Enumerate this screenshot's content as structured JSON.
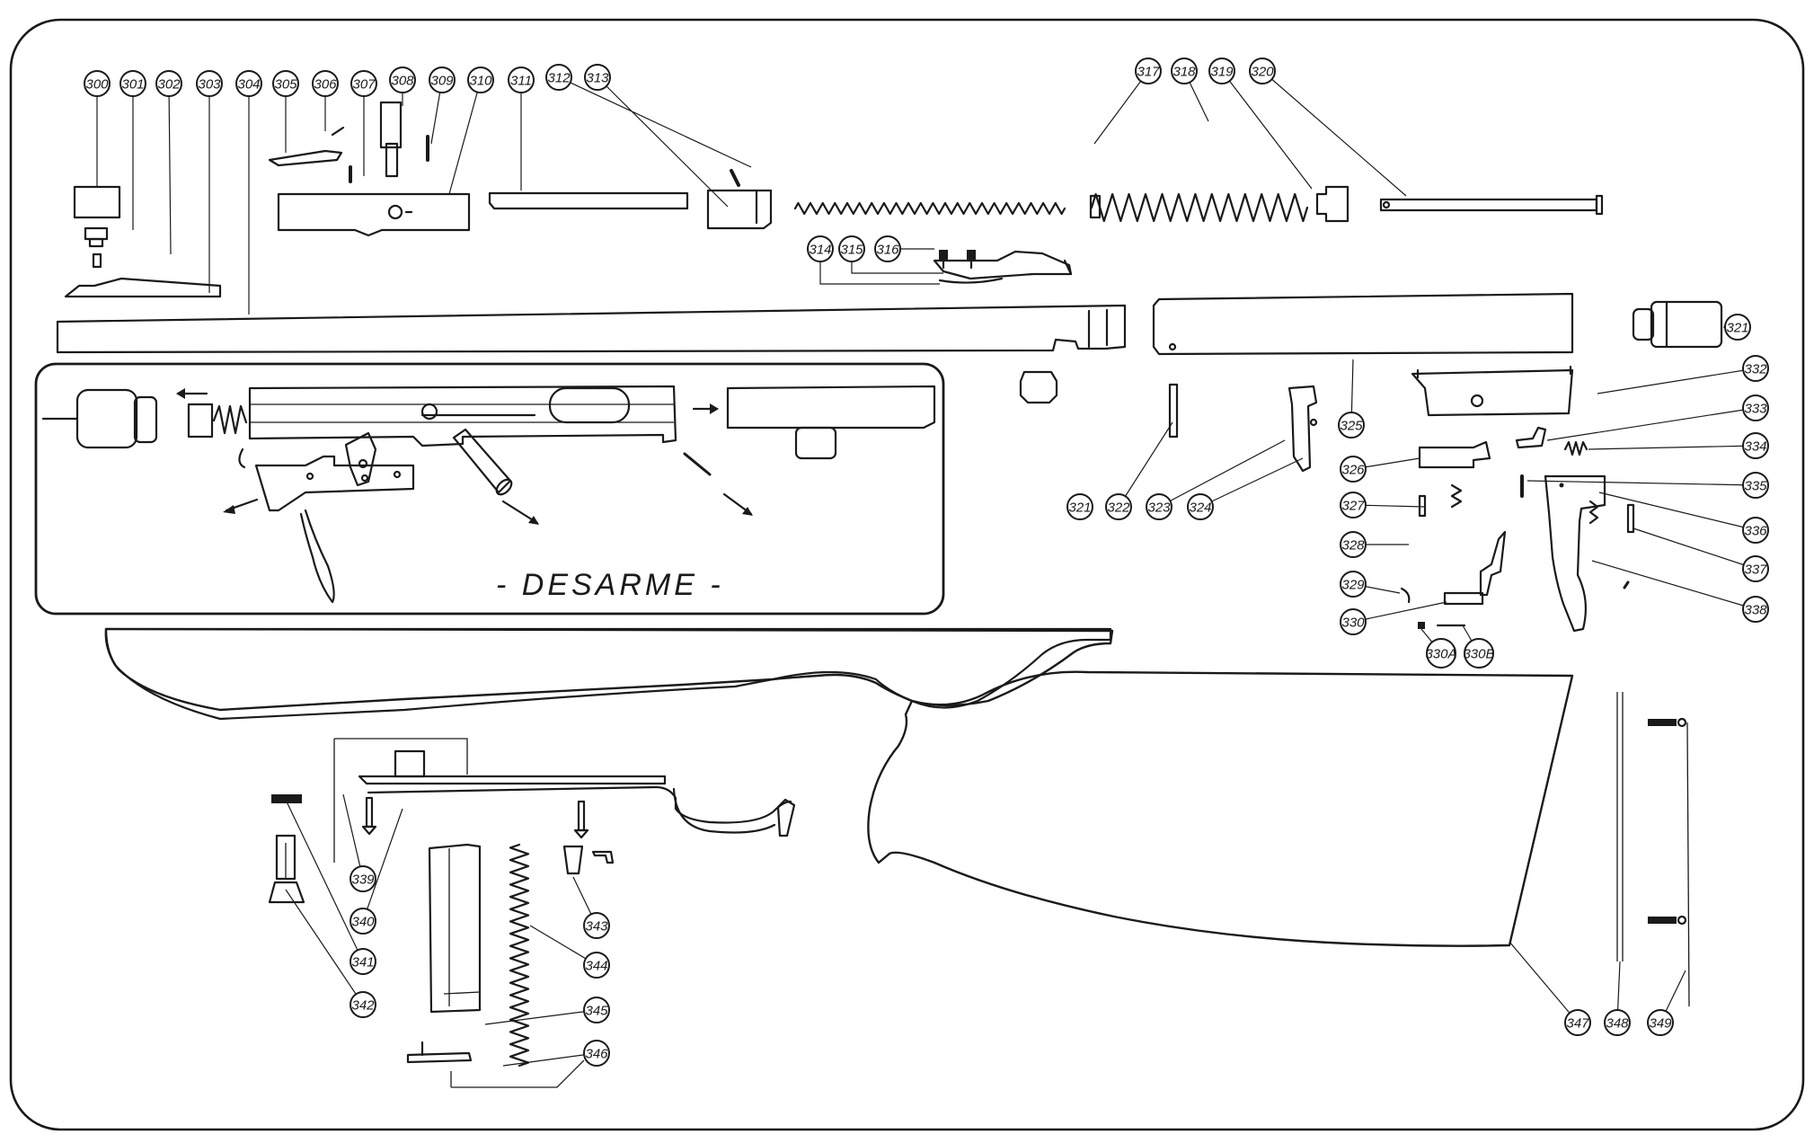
{
  "diagram": {
    "inset_label": "- DESARME -",
    "callouts": [
      {
        "id": "c300",
        "label": "300"
      },
      {
        "id": "c301",
        "label": "301"
      },
      {
        "id": "c302",
        "label": "302"
      },
      {
        "id": "c303",
        "label": "303"
      },
      {
        "id": "c304",
        "label": "304"
      },
      {
        "id": "c305",
        "label": "305"
      },
      {
        "id": "c306",
        "label": "306"
      },
      {
        "id": "c307",
        "label": "307"
      },
      {
        "id": "c308",
        "label": "308"
      },
      {
        "id": "c309",
        "label": "309"
      },
      {
        "id": "c310",
        "label": "310"
      },
      {
        "id": "c311",
        "label": "311"
      },
      {
        "id": "c312",
        "label": "312"
      },
      {
        "id": "c313",
        "label": "313"
      },
      {
        "id": "c314",
        "label": "314"
      },
      {
        "id": "c315",
        "label": "315"
      },
      {
        "id": "c316",
        "label": "316"
      },
      {
        "id": "c317",
        "label": "317"
      },
      {
        "id": "c318",
        "label": "318"
      },
      {
        "id": "c319",
        "label": "319"
      },
      {
        "id": "c320",
        "label": "320"
      },
      {
        "id": "c321a",
        "label": "321"
      },
      {
        "id": "c321b",
        "label": "321"
      },
      {
        "id": "c322",
        "label": "322"
      },
      {
        "id": "c323",
        "label": "323"
      },
      {
        "id": "c324",
        "label": "324"
      },
      {
        "id": "c325",
        "label": "325"
      },
      {
        "id": "c326",
        "label": "326"
      },
      {
        "id": "c327",
        "label": "327"
      },
      {
        "id": "c328",
        "label": "328"
      },
      {
        "id": "c329",
        "label": "329"
      },
      {
        "id": "c330",
        "label": "330"
      },
      {
        "id": "c330a",
        "label": "330A"
      },
      {
        "id": "c330b",
        "label": "330B"
      },
      {
        "id": "c332",
        "label": "332"
      },
      {
        "id": "c333",
        "label": "333"
      },
      {
        "id": "c334",
        "label": "334"
      },
      {
        "id": "c335",
        "label": "335"
      },
      {
        "id": "c336",
        "label": "336"
      },
      {
        "id": "c337",
        "label": "337"
      },
      {
        "id": "c338",
        "label": "338"
      },
      {
        "id": "c339",
        "label": "339"
      },
      {
        "id": "c340",
        "label": "340"
      },
      {
        "id": "c341",
        "label": "341"
      },
      {
        "id": "c342",
        "label": "342"
      },
      {
        "id": "c343",
        "label": "343"
      },
      {
        "id": "c344",
        "label": "344"
      },
      {
        "id": "c345",
        "label": "345"
      },
      {
        "id": "c346",
        "label": "346"
      },
      {
        "id": "c347",
        "label": "347"
      },
      {
        "id": "c348",
        "label": "348"
      },
      {
        "id": "c349",
        "label": "349"
      }
    ]
  }
}
